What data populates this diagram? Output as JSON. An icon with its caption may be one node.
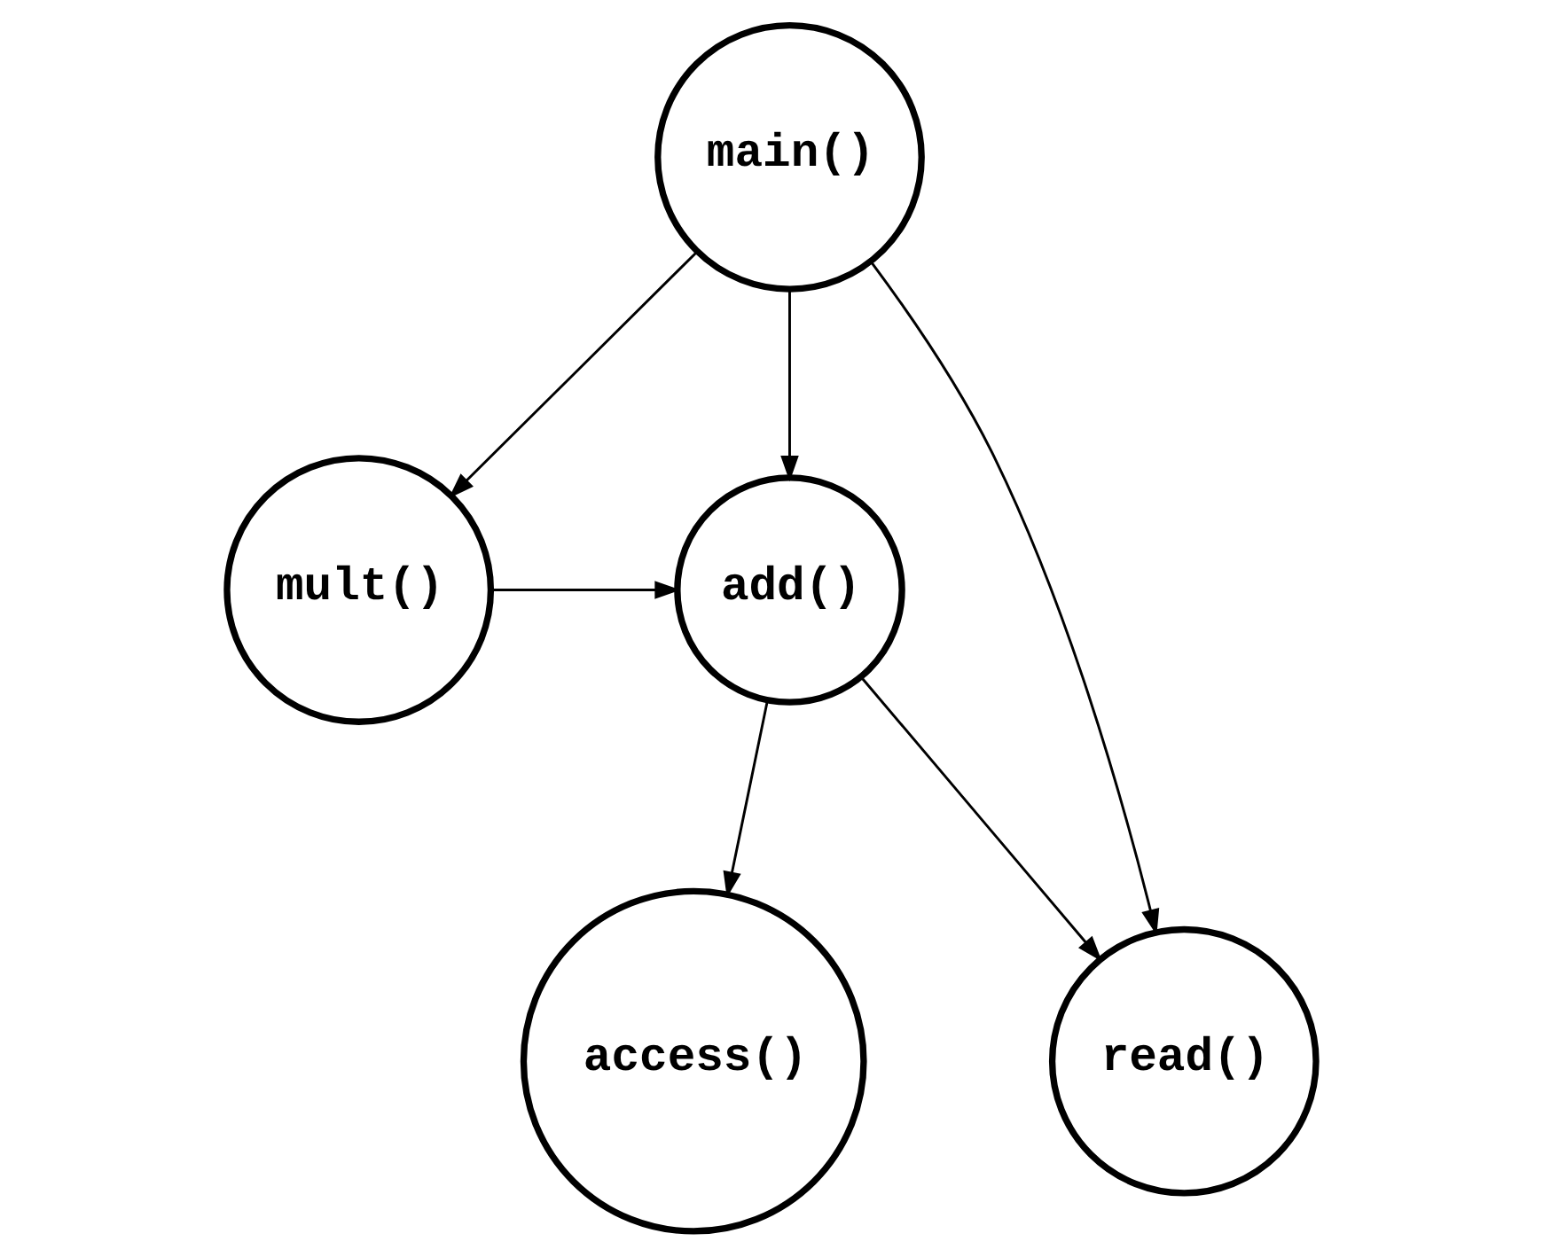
{
  "diagram": {
    "nodes": [
      {
        "text": [
          "main()"
        ]
      },
      {
        "text": [
          "mult()"
        ]
      },
      {
        "text": [
          "add()"
        ]
      },
      {
        "text": [
          "read()"
        ]
      },
      {
        "text": [
          "access()"
        ]
      }
    ],
    "edges": [
      {
        "from": 0,
        "to": 2,
        "arrow": "to"
      },
      {
        "from": 0,
        "to": 3,
        "arrow": "to"
      },
      {
        "from": 0,
        "to": 1,
        "arrow": "to"
      },
      {
        "from": 1,
        "to": 2,
        "arrow": "to"
      },
      {
        "from": 2,
        "to": 4,
        "arrow": "to"
      },
      {
        "from": 2,
        "to": 3,
        "arrow": "to"
      }
    ]
  }
}
